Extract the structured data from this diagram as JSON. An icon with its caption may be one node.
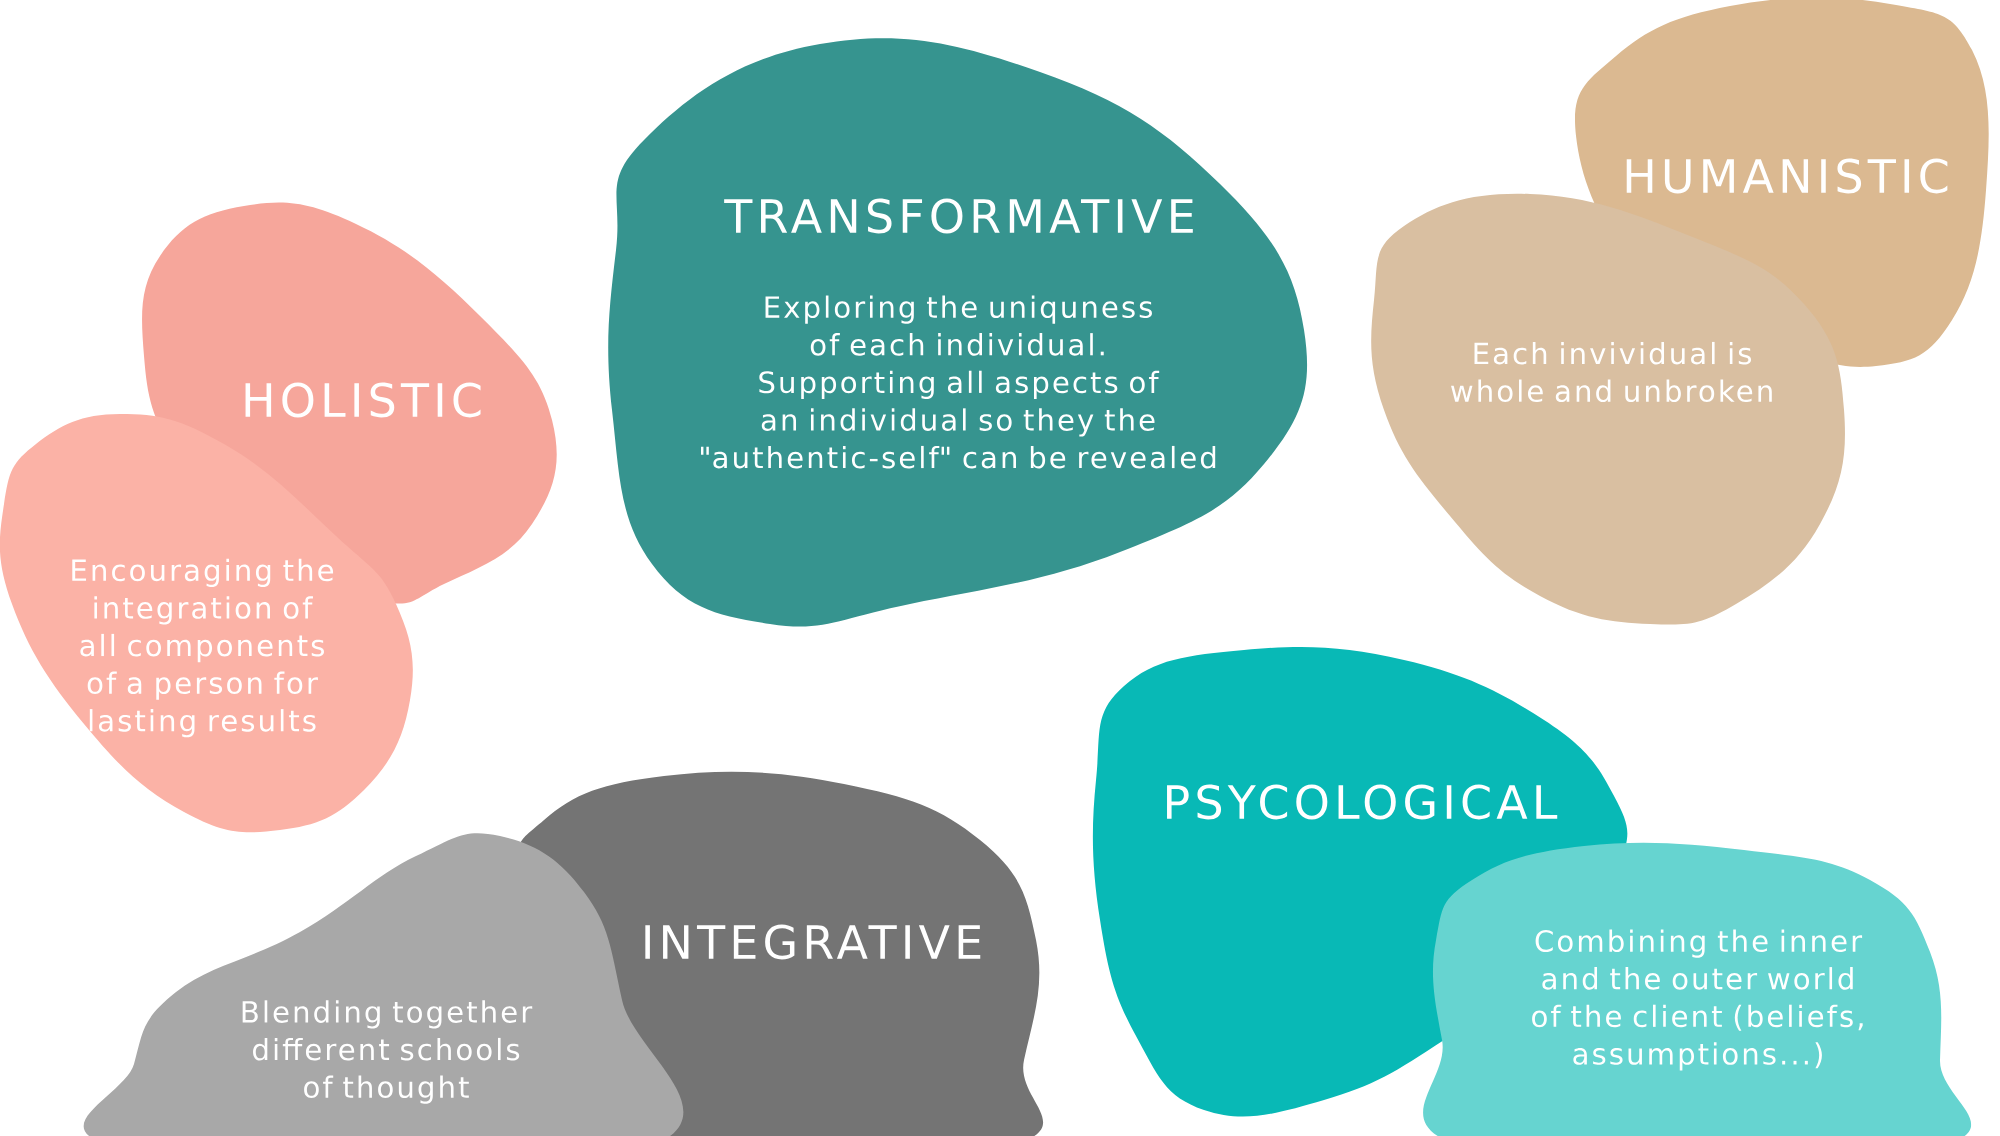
{
  "diagram": {
    "nodes": [
      {
        "text": [
          "TRANSFORMATIVE",
          "Exploring the uniquness of each individual. Supporting all aspects of an individual so they the \"authentic-self\" can be revealed"
        ]
      },
      {
        "text": [
          "HUMANISTIC"
        ]
      },
      {
        "text": [
          "Each invividual is whole and unbroken"
        ]
      },
      {
        "text": [
          "HOLISTIC"
        ]
      },
      {
        "text": [
          "Encouraging the integration of all components of a person for lasting results"
        ]
      },
      {
        "text": [
          "PSYCOLOGICAL"
        ]
      },
      {
        "text": [
          "Combining the inner and the outer world of the client (beliefs, assumptions...)"
        ]
      },
      {
        "text": [
          "INTEGRATIVE"
        ]
      },
      {
        "text": [
          "Blending together different schools of thought"
        ]
      }
    ]
  }
}
